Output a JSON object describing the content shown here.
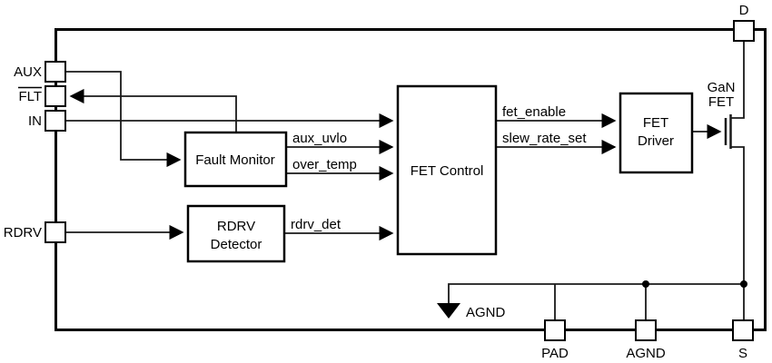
{
  "diagram": {
    "type": "block-diagram",
    "description": "GaN FET gate driver IC functional block diagram",
    "pins": {
      "aux": "AUX",
      "flt": "FLT",
      "in": "IN",
      "rdrv": "RDRV",
      "d": "D",
      "pad": "PAD",
      "agnd": "AGND",
      "s": "S"
    },
    "blocks": {
      "fault_monitor": "Fault Monitor",
      "rdrv_detector_line1": "RDRV",
      "rdrv_detector_line2": "Detector",
      "fet_control": "FET Control",
      "fet_driver_line1": "FET",
      "fet_driver_line2": "Driver"
    },
    "signals": {
      "aux_uvlo": "aux_uvlo",
      "over_temp": "over_temp",
      "rdrv_det": "rdrv_det",
      "fet_enable": "fet_enable",
      "slew_rate_set": "slew_rate_set"
    },
    "labels": {
      "ground": "AGND",
      "transistor_line1": "GaN",
      "transistor_line2": "FET"
    },
    "colors": {
      "line": "#000000",
      "background": "#ffffff"
    }
  }
}
